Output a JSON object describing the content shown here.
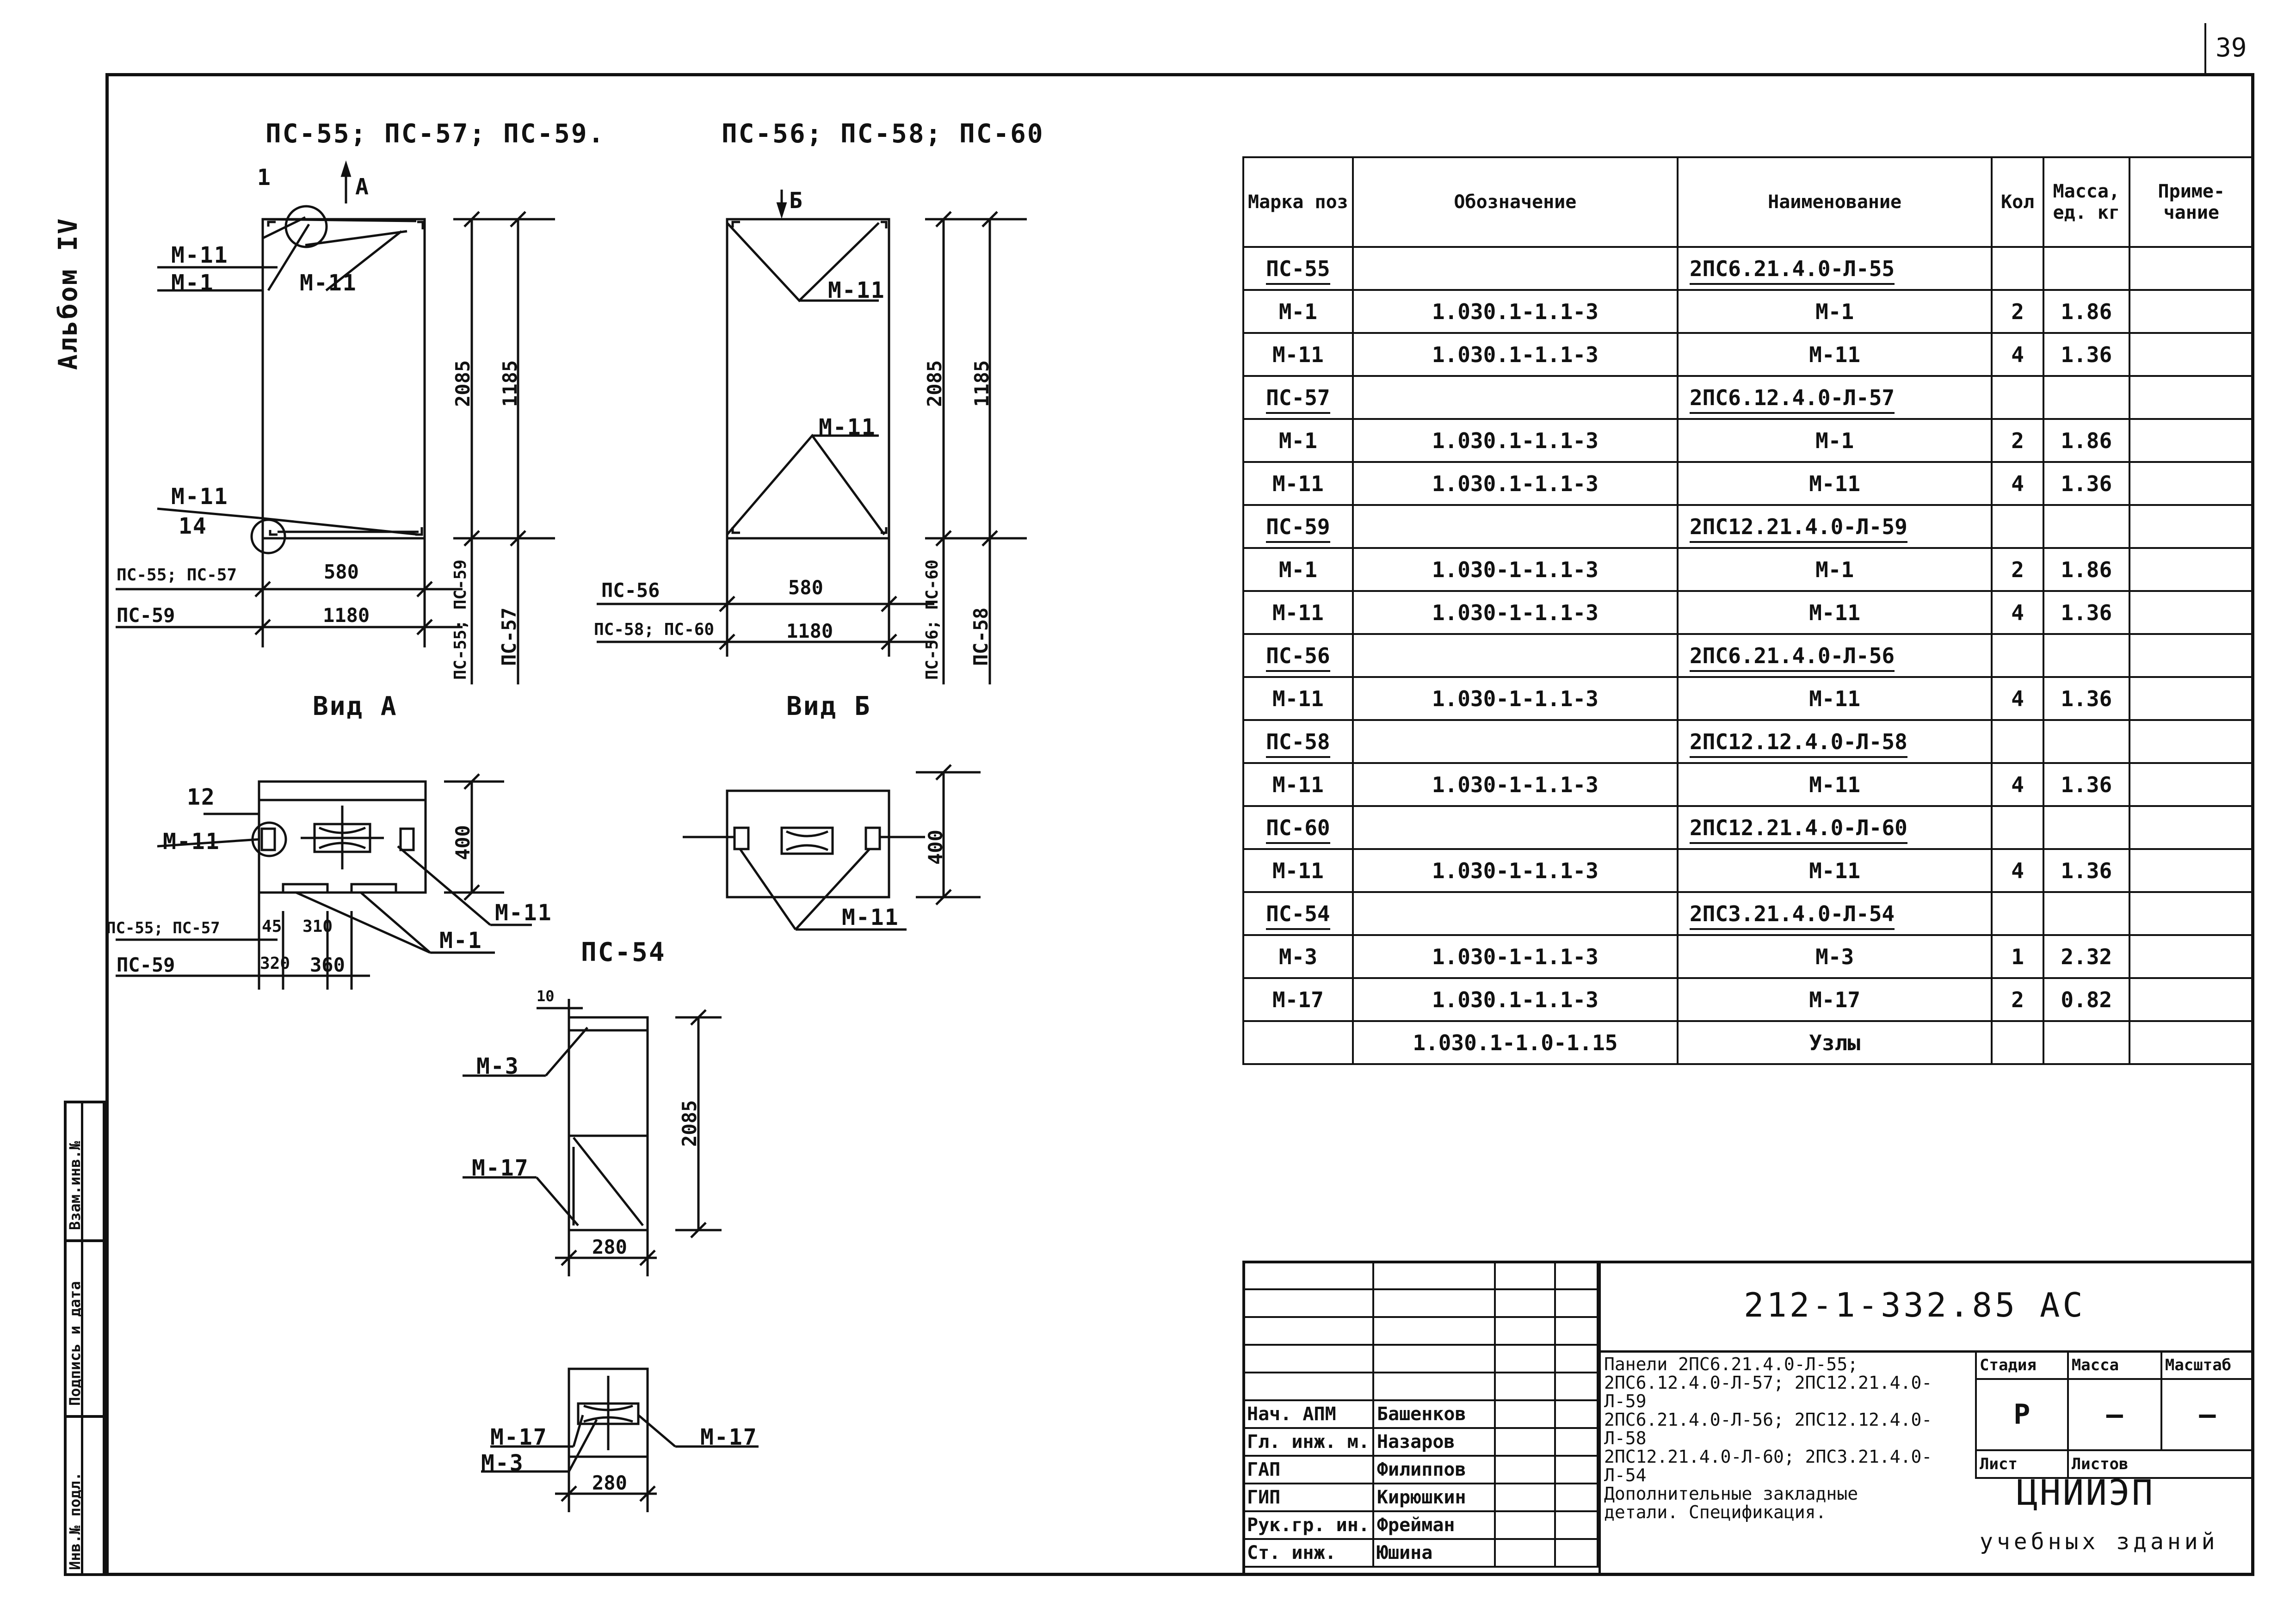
{
  "sheet_number": "39",
  "album_label": "Альбом IV",
  "side_stamps": [
    "Взам.инв.№",
    "Подпись и дата",
    "Инв.№ подл."
  ],
  "group1_title": "ПС-55; ПС-57; ПС-59.",
  "group2_title": "ПС-56; ПС-58; ПС-60",
  "psd4_title": "ПС-54",
  "view_a": "Вид А",
  "view_b": "Вид Б",
  "arrow_a": "А",
  "arrow_b": "Б",
  "callouts": {
    "m11": "М-11",
    "m1": "М-1",
    "m3": "М-3",
    "m17": "М-17",
    "n1": "1",
    "n14": "14",
    "n12": "12"
  },
  "dims": {
    "h2085": "2085",
    "h1185": "1185",
    "w580": "580",
    "w1180": "1180",
    "h400": "400",
    "w280": "280",
    "d45": "45",
    "d310": "310",
    "d320": "320",
    "d360": "360",
    "d10": "10",
    "ps55_57": "ПС-55; ПС-57",
    "ps59": "ПС-59",
    "ps56": "ПС-56",
    "ps58_60": "ПС-58; ПС-60",
    "v_ps55_59": "ПС-55; ПС-59",
    "v_ps57": "ПС-57",
    "v_ps56_60": "ПС-56; ПС-60",
    "v_ps58": "ПС-58"
  },
  "spec_table": {
    "headers": [
      "Марка поз",
      "Обозначение",
      "Наименование",
      "Кол",
      "Масса, ед. кг",
      "Приме-чание"
    ],
    "rows": [
      {
        "mark": "ПС-55",
        "code": "",
        "name": "2ПС6.21.4.0-Л-55",
        "qty": "",
        "mass": "",
        "note": "",
        "group": true
      },
      {
        "mark": "М-1",
        "code": "1.030.1-1.1-3",
        "name": "М-1",
        "qty": "2",
        "mass": "1.86",
        "note": ""
      },
      {
        "mark": "М-11",
        "code": "1.030.1-1.1-3",
        "name": "М-11",
        "qty": "4",
        "mass": "1.36",
        "note": ""
      },
      {
        "mark": "ПС-57",
        "code": "",
        "name": "2ПС6.12.4.0-Л-57",
        "qty": "",
        "mass": "",
        "note": "",
        "group": true
      },
      {
        "mark": "М-1",
        "code": "1.030.1-1.1-3",
        "name": "М-1",
        "qty": "2",
        "mass": "1.86",
        "note": ""
      },
      {
        "mark": "М-11",
        "code": "1.030.1-1.1-3",
        "name": "М-11",
        "qty": "4",
        "mass": "1.36",
        "note": ""
      },
      {
        "mark": "ПС-59",
        "code": "",
        "name": "2ПС12.21.4.0-Л-59",
        "qty": "",
        "mass": "",
        "note": "",
        "group": true
      },
      {
        "mark": "М-1",
        "code": "1.030-1-1.1-3",
        "name": "М-1",
        "qty": "2",
        "mass": "1.86",
        "note": ""
      },
      {
        "mark": "М-11",
        "code": "1.030-1-1.1-3",
        "name": "М-11",
        "qty": "4",
        "mass": "1.36",
        "note": ""
      },
      {
        "mark": "ПС-56",
        "code": "",
        "name": "2ПС6.21.4.0-Л-56",
        "qty": "",
        "mass": "",
        "note": "",
        "group": true
      },
      {
        "mark": "М-11",
        "code": "1.030-1-1.1-3",
        "name": "М-11",
        "qty": "4",
        "mass": "1.36",
        "note": ""
      },
      {
        "mark": "ПС-58",
        "code": "",
        "name": "2ПС12.12.4.0-Л-58",
        "qty": "",
        "mass": "",
        "note": "",
        "group": true
      },
      {
        "mark": "М-11",
        "code": "1.030-1-1.1-3",
        "name": "М-11",
        "qty": "4",
        "mass": "1.36",
        "note": ""
      },
      {
        "mark": "ПС-60",
        "code": "",
        "name": "2ПС12.21.4.0-Л-60",
        "qty": "",
        "mass": "",
        "note": "",
        "group": true
      },
      {
        "mark": "М-11",
        "code": "1.030-1-1.1-3",
        "name": "М-11",
        "qty": "4",
        "mass": "1.36",
        "note": ""
      },
      {
        "mark": "ПС-54",
        "code": "",
        "name": "2ПС3.21.4.0-Л-54",
        "qty": "",
        "mass": "",
        "note": "",
        "group": true
      },
      {
        "mark": "М-3",
        "code": "1.030-1-1.1-3",
        "name": "М-3",
        "qty": "1",
        "mass": "2.32",
        "note": ""
      },
      {
        "mark": "М-17",
        "code": "1.030.1-1.1-3",
        "name": "М-17",
        "qty": "2",
        "mass": "0.82",
        "note": ""
      },
      {
        "mark": "",
        "code": "1.030.1-1.0-1.15",
        "name": "Узлы",
        "qty": "",
        "mass": "",
        "note": ""
      }
    ]
  },
  "title_block": {
    "doc_code": "212-1-332.85",
    "doc_suffix": "АС",
    "description": [
      "Панели 2ПС6.21.4.0-Л-55; 2ПС6.12.4.0-Л-57; 2ПС12.21.4.0-Л-59",
      "2ПС6.21.4.0-Л-56; 2ПС12.12.4.0-Л-58",
      "2ПС12.21.4.0-Л-60; 2ПС3.21.4.0-Л-54",
      "Дополнительные закладные",
      "детали. Спецификация."
    ],
    "stage_header": "Стадия",
    "mass_header": "Масса",
    "scale_header": "Масштаб",
    "stage_value": "Р",
    "mass_value": "—",
    "scale_value": "—",
    "sheet_label": "Лист",
    "sheets_label": "Листов",
    "org_name": "ЦНИИЭП",
    "org_sub": "учебных зданий",
    "signatures": [
      {
        "role": "Нач. АПМ",
        "name": "Башенков"
      },
      {
        "role": "Гл. инж. м.",
        "name": "Назаров"
      },
      {
        "role": "ГАП",
        "name": "Филиппов"
      },
      {
        "role": "ГИП",
        "name": "Кирюшкин"
      },
      {
        "role": "Рук.гр. ин.",
        "name": "Фрейман"
      },
      {
        "role": "Ст. инж.",
        "name": "Юшина"
      }
    ]
  }
}
